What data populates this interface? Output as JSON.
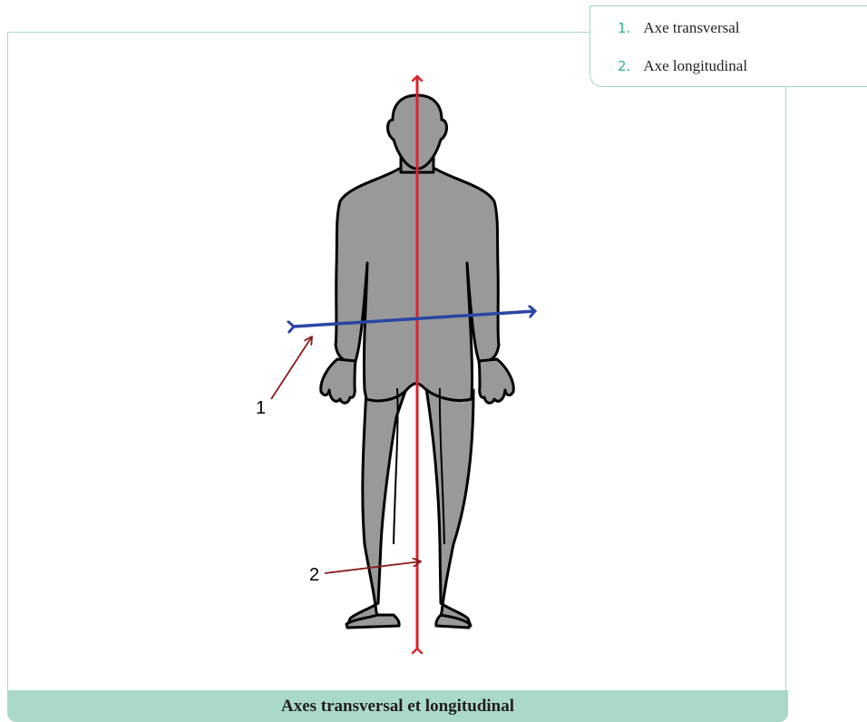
{
  "legend": {
    "items": [
      {
        "number": "1.",
        "label": "Axe transversal"
      },
      {
        "number": "2.",
        "label": "Axe longitudinal"
      }
    ]
  },
  "callouts": {
    "one": "1",
    "two": "2"
  },
  "caption": "Axes transversal et longitudinal",
  "colors": {
    "frame_border": "#a9d9c7",
    "legend_number": "#2eae8f",
    "body_fill": "#999999",
    "longitudinal_axis": "#d7242a",
    "transversal_axis": "#2a46a3",
    "pointer": "#8b1a1a"
  }
}
